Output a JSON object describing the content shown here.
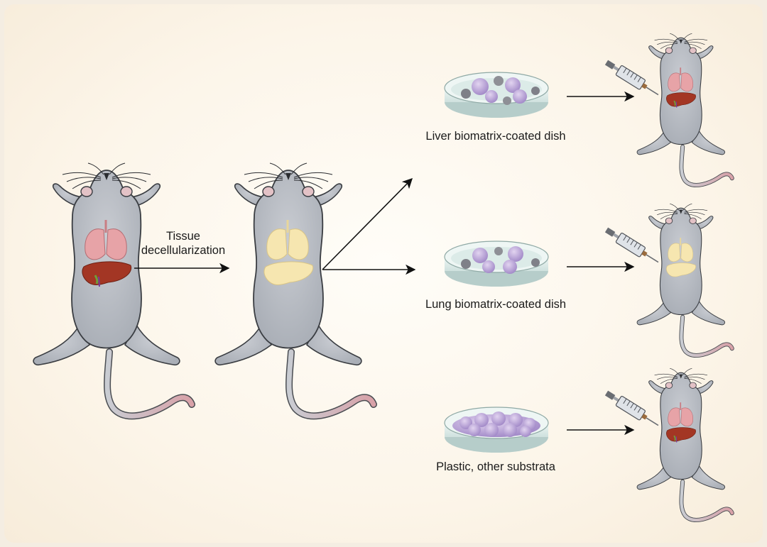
{
  "labels": {
    "tissue_line1": "Tissue",
    "tissue_line2": "decellularization",
    "liver_dish": "Liver biomatrix-coated dish",
    "lung_dish": "Lung biomatrix-coated dish",
    "plastic_dish": "Plastic, other substrata"
  },
  "colors": {
    "mouse_body": "#b9bdc4",
    "mouse_outline": "#3a3d42",
    "tail": "#d9a7ad",
    "lung": "#e7a3a7",
    "liver": "#a33624",
    "decell_organ": "#f6e6b0",
    "dish": "#e1eeec",
    "cell_cluster": "#bfa6dc",
    "arrow": "#111111"
  }
}
